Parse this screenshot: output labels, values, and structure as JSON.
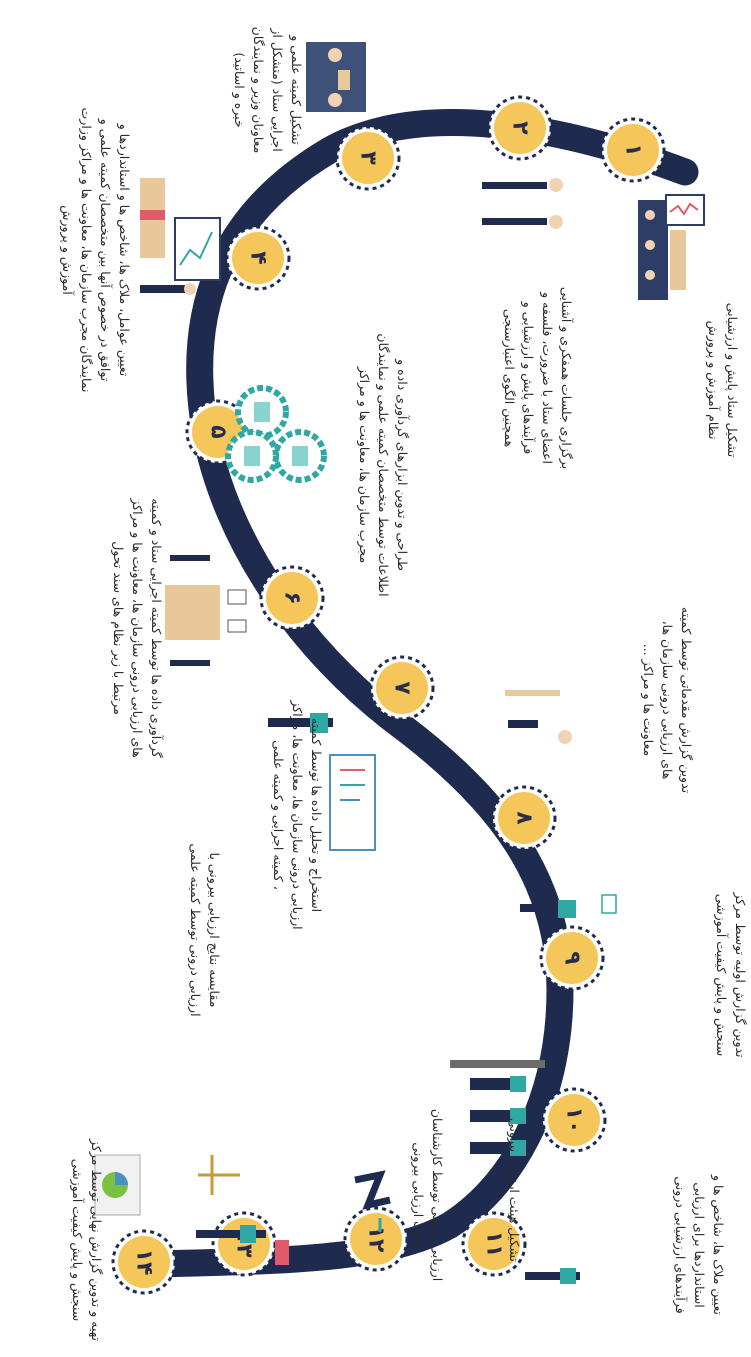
{
  "palette": {
    "road": "#1f2a4f",
    "node": "#f5c65a",
    "teal": "#2fa8a3",
    "skin": "#f2d2b4",
    "desk": "#e8c79a"
  },
  "nodes": [
    "۱",
    "۲",
    "۳",
    "۴",
    "۵",
    "۶",
    "۷",
    "۸",
    "۹",
    "۱۰",
    "۱۱",
    "۱۲",
    "۱۳",
    "۱۴"
  ],
  "steps": [
    {
      "id": "step-1-text",
      "lines": [
        "تشکیل ستاد پایش و ارزشیابی",
        "نظام آموزش و پرورش"
      ]
    },
    {
      "id": "step-2-text",
      "lines": [
        "برگزاری جلسات همفکری و آشنایی",
        "اعضای ستاد با ضرورت، فلسفه و",
        "فرآیندهای پایش و ارزشیابی و",
        "همچنین الگوی اعتبارسنجی"
      ]
    },
    {
      "id": "step-3-text",
      "lines": [
        "تشکیل کمیته علمی و",
        "اجرایی ستاد (متشکل از",
        "معاونان وزیر و نمایندگان",
        "خبره و اساتید)"
      ]
    },
    {
      "id": "step-4-text",
      "lines": [
        "تعیین عوامل، ملاک ها، شاخص ها و استانداردها و",
        "توافق در خصوص آنها بین متخصصان کمیته علمی و",
        "نمایندگان مجرب سازمان ها، معاونت ها و مراکز وزارت",
        "آموزش و پرورش"
      ]
    },
    {
      "id": "step-5-text",
      "lines": [
        "طراحی و تدوین ابزارهای گردآوری داده و",
        "اطلاعات توسط متخصصان کمیته علمی و نمایندگان",
        "مجرب سازمان ها، معاونت ها و مراکز"
      ]
    },
    {
      "id": "step-6-text",
      "lines": [
        "گردآوری داده ها توسط کمیته اجرایی ستاد و کمیته",
        "های ارزیابی درونی سازمان ها، معاونت ها و مراکز",
        "مرتبط با زیر نظام های سند تحول"
      ]
    },
    {
      "id": "step-7-text",
      "lines": [
        "استخراج و تحلیل داده ها توسط کمیته",
        "ارزیابی درونی سازمان ها، معاونت ها، مراکز",
        "، کمیته اجرایی و کمیته علمی"
      ]
    },
    {
      "id": "step-8-text",
      "lines": [
        "تدوین گزارش مقدماتی توسط کمیته",
        "های ارزیابی درونی سازمان ها،",
        "معاونت ها و مراکز ..."
      ]
    },
    {
      "id": "step-9-text",
      "lines": [
        "تدوین گزارش اولیه توسط مرکز",
        "سنجش و پایش کیفیت آموزشی"
      ]
    },
    {
      "id": "step-10-text",
      "lines": [
        "تشکیل هیئت ارزیابی بیرونی"
      ]
    },
    {
      "id": "step-11-text",
      "lines": [
        "تعیین ملاک ها، شاخص ها و",
        "استانداردها برای ارزیابی",
        "فرآیندهای ارزشیابی درونی"
      ]
    },
    {
      "id": "step-12-text",
      "lines": [
        "ارزیابی بیرونی توسط کارشناسان",
        "هیئت ارزیابی بیرونی"
      ]
    },
    {
      "id": "step-13-text",
      "lines": [
        "مقایسه نتایج ارزیابی بیرونی با",
        "ارزیابی درونی توسط کمیته علمی"
      ]
    },
    {
      "id": "step-14-text",
      "lines": [
        "تهیه و تدوین گزارش نهایی توسط مرکز",
        "سنجش و پایش کیفیت آموزشی"
      ]
    }
  ]
}
